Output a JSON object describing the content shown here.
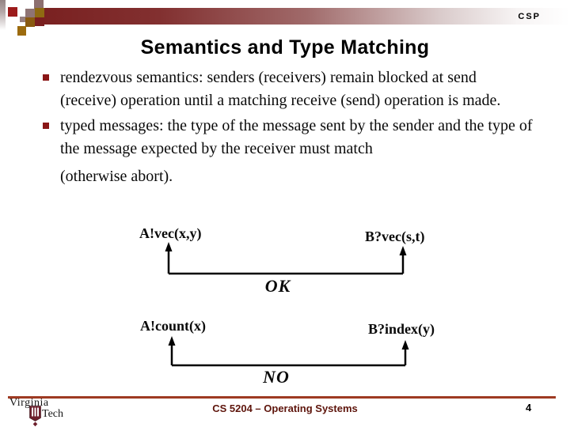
{
  "header": {
    "corner_label": "CSP"
  },
  "title": "Semantics and Type Matching",
  "bullets": {
    "first": "rendezvous semantics: senders (receivers) remain blocked at send (receive) operation until a matching receive (send) operation is made.",
    "second": "typed messages: the type of the message sent by the sender and the type of the message expected by the receiver must match",
    "second_continuation": "(otherwise abort)."
  },
  "diagrams": [
    {
      "sender": "A!vec(x,y)",
      "receiver": "B?vec(s,t)",
      "verdict": "OK"
    },
    {
      "sender": "A!count(x)",
      "receiver": "B?index(y)",
      "verdict": "NO"
    }
  ],
  "footer": {
    "logo_top": "Virginia",
    "logo_bottom": "Tech",
    "course": "CS 5204 – Operating Systems",
    "page_number": "4"
  },
  "colors": {
    "header_bar_maroon": "#7a2121",
    "bright_red_square": "#9c1b1b",
    "gold_square": "#8f6a12",
    "bullet_square": "#8a1616",
    "footer_rule": "#9e3a22",
    "footer_course_text": "#5e150c",
    "vt_shield_maroon": "#6d1f2c",
    "title_text": "#000000",
    "body_text": "#0a0a0a"
  }
}
